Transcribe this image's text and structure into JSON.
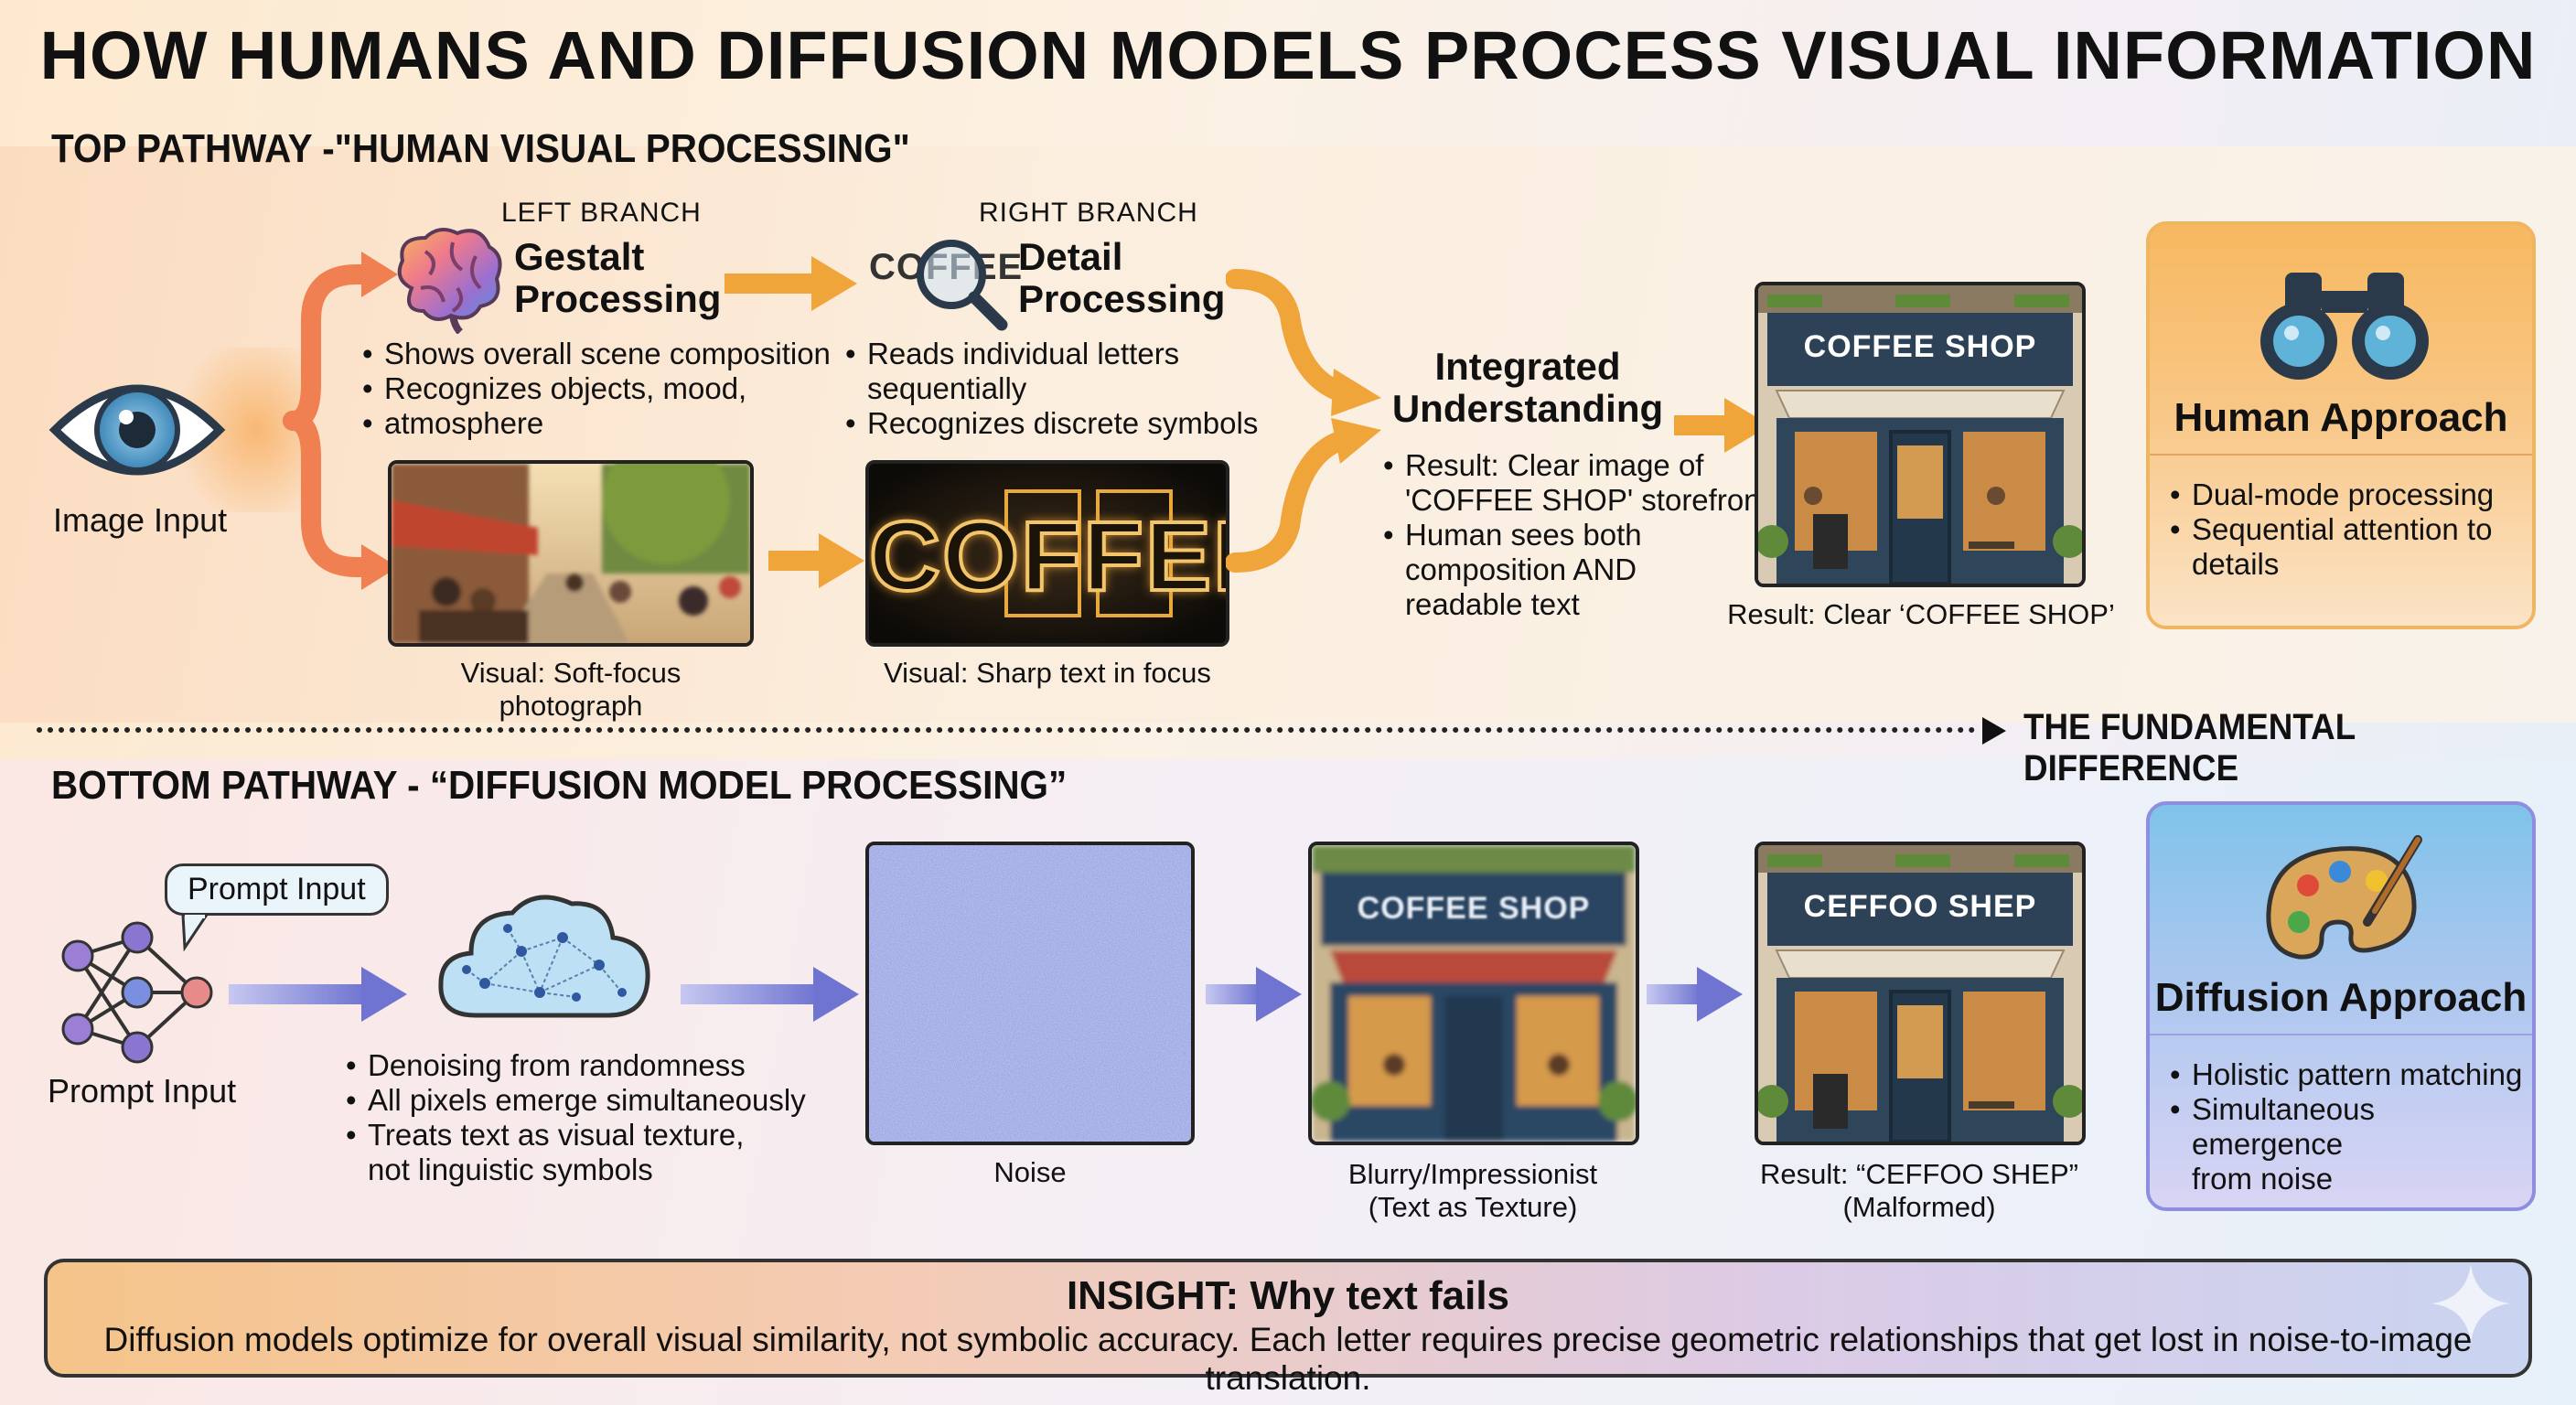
{
  "title": "HOW HUMANS AND DIFFUSION MODELS PROCESS VISUAL INFORMATION",
  "top": {
    "section_label": "TOP PATHWAY -\"HUMAN VISUAL PROCESSING\"",
    "input_label": "Image Input",
    "left_branch": {
      "branch_label": "LEFT BRANCH",
      "heading_line1": "Gestalt",
      "heading_line2": "Processing",
      "bullets": [
        "Shows overall scene composition",
        "Recognizes objects, mood,",
        "atmosphere"
      ],
      "visual_caption": "Visual: Soft-focus photograph"
    },
    "right_branch": {
      "branch_label": "RIGHT BRANCH",
      "heading_line1": "Detail",
      "heading_line2": "Processing",
      "icon_word": "COFFEE",
      "bullets": [
        "Reads individual letters",
        "sequentially",
        "Recognizes discrete symbols"
      ],
      "visual_word": "COFFEE",
      "visual_caption": "Visual: Sharp text in focus"
    },
    "integrated": {
      "heading_line1": "Integrated",
      "heading_line2": "Understanding",
      "bullets": [
        "Result: Clear image of",
        "'COFFEE SHOP' storefront",
        "Human sees both",
        "composition AND",
        "readable text"
      ]
    },
    "result": {
      "sign": "COFFEE SHOP",
      "caption": "Result: Clear ‘COFFEE SHOP’"
    },
    "approach": {
      "title": "Human Approach",
      "bullets": [
        "Dual-mode processing",
        "Sequential attention to",
        "details"
      ]
    }
  },
  "divider_label": "THE FUNDAMENTAL DIFFERENCE",
  "bottom": {
    "section_label": "BOTTOM PATHWAY - “DIFFUSION MODEL PROCESSING”",
    "bubble_label": "Prompt Input",
    "input_label": "Prompt Input",
    "bullets": [
      "Denoising from randomness",
      "All pixels emerge simultaneously",
      "Treats text as visual texture,",
      "not linguistic symbols"
    ],
    "noise_caption": "Noise",
    "blurry": {
      "sign": "COFFEE SHOP",
      "caption_line1": "Blurry/Impressionist",
      "caption_line2": "(Text as Texture)"
    },
    "result": {
      "sign": "CEFFOO SHEP",
      "caption_line1": "Result: “CEFFOO SHEP”",
      "caption_line2": "(Malformed)"
    },
    "approach": {
      "title": "Diffusion Approach",
      "bullets": [
        "Holistic pattern matching",
        "Simultaneous emergence",
        "from noise"
      ]
    }
  },
  "insight": {
    "title": "INSIGHT: Why text fails",
    "body": "Diffusion models optimize for overall visual similarity, not symbolic accuracy. Each letter requires precise geometric relationships that get lost in noise-to-image translation."
  },
  "colors": {
    "orange_arrow": "#f0a53a",
    "coral_arrow": "#f07f52",
    "purple_arrow": "#7b7fd6",
    "human_card": "#f6b35b",
    "diffusion_card": "#8e8ee0"
  },
  "icons": [
    "eye-icon",
    "brain-icon",
    "magnifier-icon",
    "binoculars-icon",
    "neural-network-icon",
    "cloud-network-icon",
    "palette-icon",
    "sparkle-icon"
  ]
}
